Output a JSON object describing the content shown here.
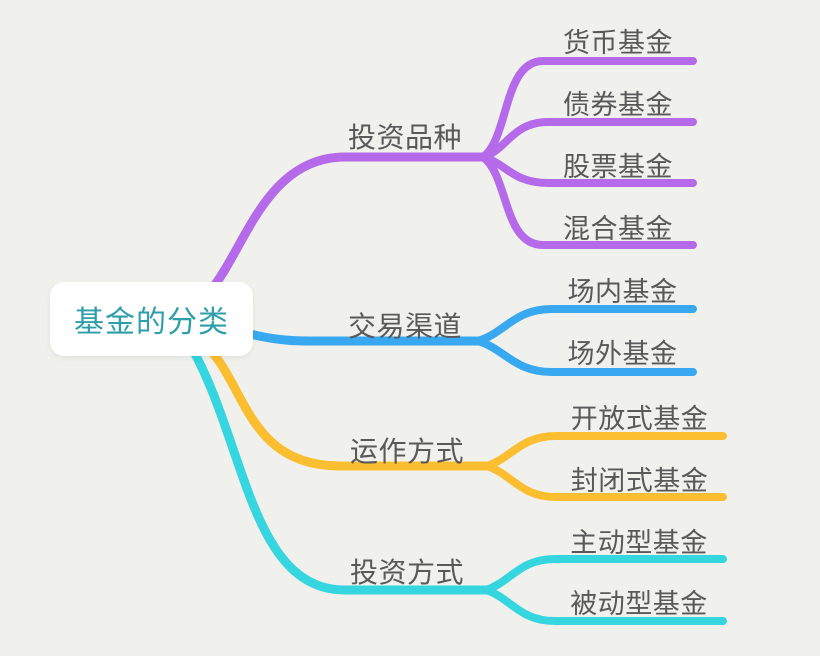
{
  "root": {
    "label": "基金的分类",
    "text_color": "#2E9EA9",
    "bg_color": "#FFFFFF"
  },
  "branches": [
    {
      "label": "投资品种",
      "color": "#B56AE9",
      "children": [
        "货币基金",
        "债券基金",
        "股票基金",
        "混合基金"
      ]
    },
    {
      "label": "交易渠道",
      "color": "#38A8F0",
      "children": [
        "场内基金",
        "场外基金"
      ]
    },
    {
      "label": "运作方式",
      "color": "#FBBE30",
      "children": [
        "开放式基金",
        "封闭式基金"
      ]
    },
    {
      "label": "投资方式",
      "color": "#35D6DF",
      "children": [
        "主动型基金",
        "被动型基金"
      ]
    }
  ],
  "colors": {
    "background": "#F0F1ED",
    "node_text": "#595959"
  }
}
